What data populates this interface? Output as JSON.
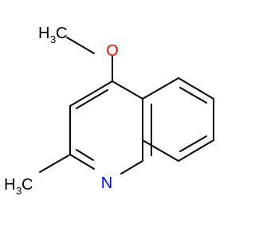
{
  "molecule": {
    "atom_labels": {
      "methoxy_methyl": {
        "main": "H",
        "sub": "3",
        "tail": "C",
        "color": "#000000"
      },
      "methoxy_oxygen": {
        "main": "O",
        "color": "#ff0000"
      },
      "ring_nitrogen": {
        "main": "N",
        "color": "#0000ff"
      },
      "ring_methyl": {
        "main": "H",
        "sub": "3",
        "tail": "C",
        "color": "#000000"
      }
    },
    "bond_color": "#000000",
    "background": "#ffffff"
  }
}
